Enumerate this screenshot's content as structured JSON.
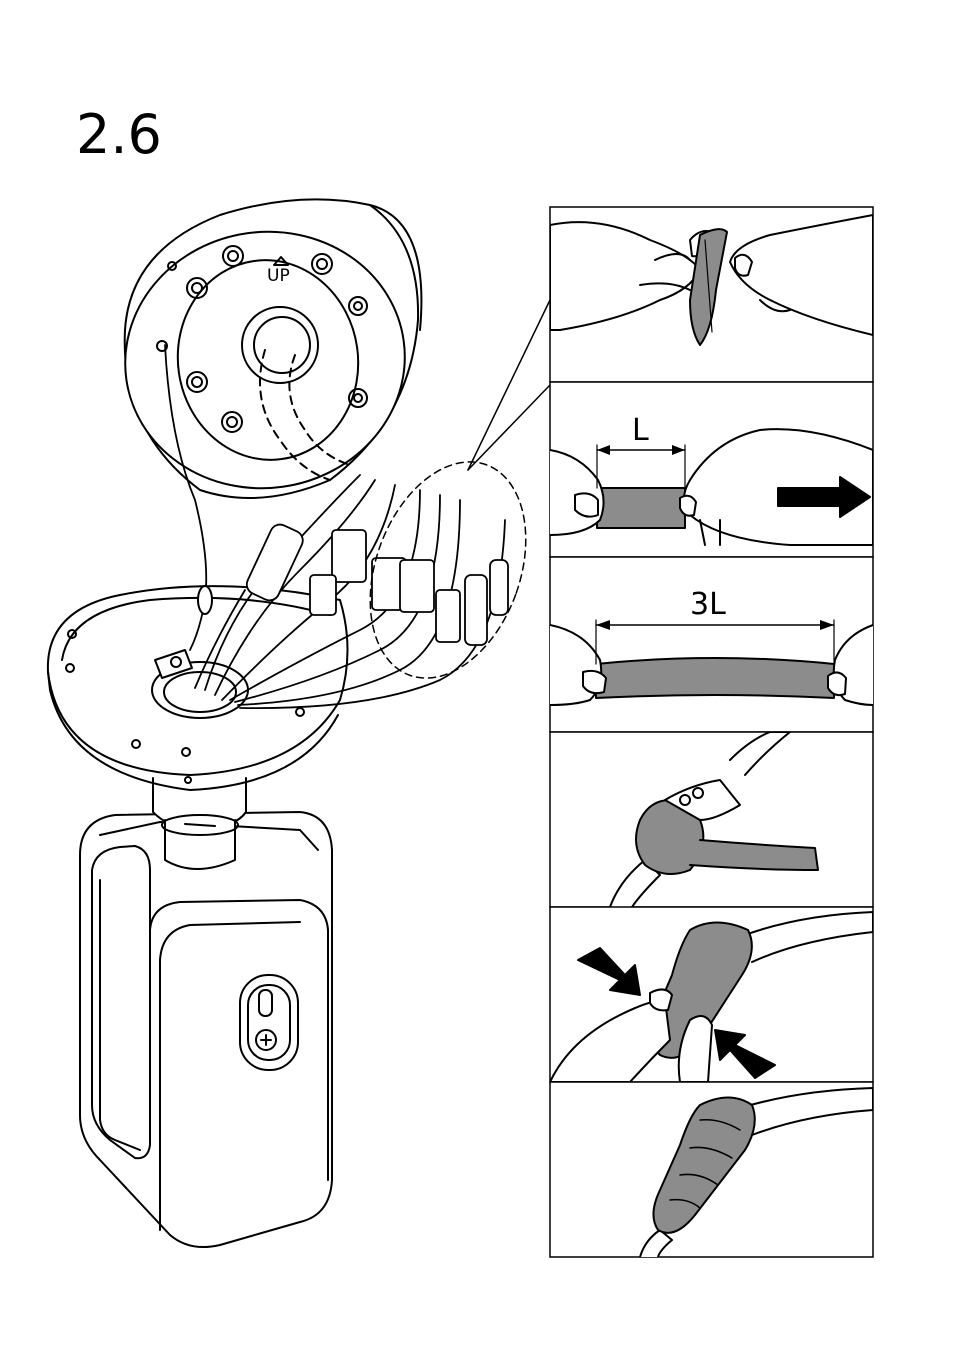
{
  "step": {
    "number": "2.6"
  },
  "mount": {
    "up_mark": "UP"
  },
  "panels": [
    {
      "id": "peel-tape"
    },
    {
      "id": "stretch-start",
      "measure_label": "L"
    },
    {
      "id": "stretch-end",
      "measure_label": "3L"
    },
    {
      "id": "wrap-connector"
    },
    {
      "id": "press-tape"
    },
    {
      "id": "finished-seal"
    }
  ],
  "colors": {
    "tape": "#8c8c8c",
    "line": "#000000",
    "body": "#ffffff"
  }
}
